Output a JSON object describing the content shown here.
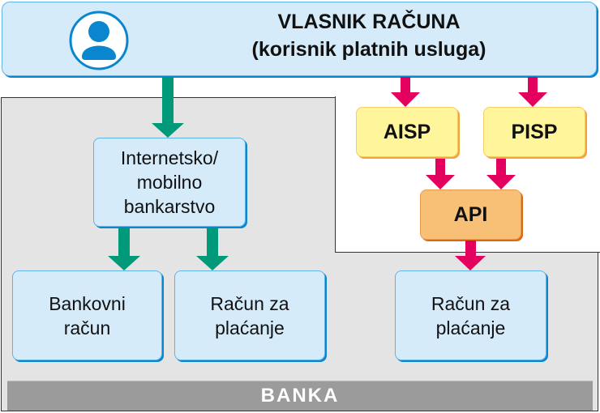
{
  "owner": {
    "title_line1": "VLASNIK RAČUNA",
    "title_line2": "(korisnik platnih usluga)",
    "icon": "user-avatar-icon"
  },
  "nodes": {
    "internet_banking": [
      "Internetsko/",
      "mobilno",
      "bankarstvo"
    ],
    "bank_account": [
      "Bankovni",
      "račun"
    ],
    "payment_account_1": [
      "Račun za",
      "plaćanje"
    ],
    "payment_account_2": [
      "Račun za",
      "plaćanje"
    ],
    "aisp": "AISP",
    "pisp": "PISP",
    "api": "API"
  },
  "bank_label": "BANKA",
  "colors": {
    "green_arrow": "#00997a",
    "pink_arrow": "#e4005f",
    "blue_box": "#d5ebf9",
    "yellow_box": "#fff59a",
    "orange_box": "#f8bf77",
    "bank_bar": "#9b9b9b",
    "icon_blue": "#0a86cf"
  }
}
